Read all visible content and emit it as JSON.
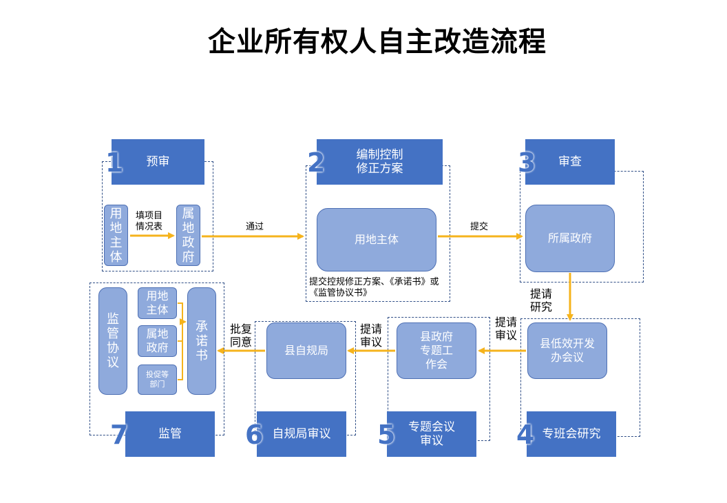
{
  "title": "企业所有权人自主改造流程",
  "colors": {
    "header": "#4472c4",
    "box": "#8faadc",
    "arrow": "#f5b31c",
    "dash": "#2f4e86"
  },
  "steps": [
    {
      "number": "1",
      "label": "预审"
    },
    {
      "number": "2",
      "label": "编制控制\n修正方案"
    },
    {
      "number": "3",
      "label": "审查"
    },
    {
      "number": "4",
      "label": "专班会研究"
    },
    {
      "number": "5",
      "label": "专题会议\n审议"
    },
    {
      "number": "6",
      "label": "自规局审议"
    },
    {
      "number": "7",
      "label": "监管"
    }
  ],
  "nodes": {
    "s1_subject": "用\n地\n主\n体",
    "s1_gov": "属\n地\n政\n府",
    "s2_subject": "用地主体",
    "s3_gov": "所属政府",
    "s4_office": "县低效开发\n办会议",
    "s5_meeting": "县政府\n专题工\n作会",
    "s6_bureau": "县自规局",
    "s7_agreement": "监\n管\n协\n议",
    "s7_subject": "用地\n主体",
    "s7_gov": "属地\n政府",
    "s7_dept": "投促等\n部门",
    "s7_commitment": "承\n诺\n书"
  },
  "labels": {
    "fill_form": "填项目\n情况表",
    "pass": "通过",
    "submit": "提交",
    "s2_note": "提交控规修正方案、《承诺书》或\n《监管协议书》",
    "request_study": "提请\n研究",
    "request_review_1": "提请\n审议",
    "request_review_2": "提请\n审议",
    "approve": "批复\n同意"
  }
}
